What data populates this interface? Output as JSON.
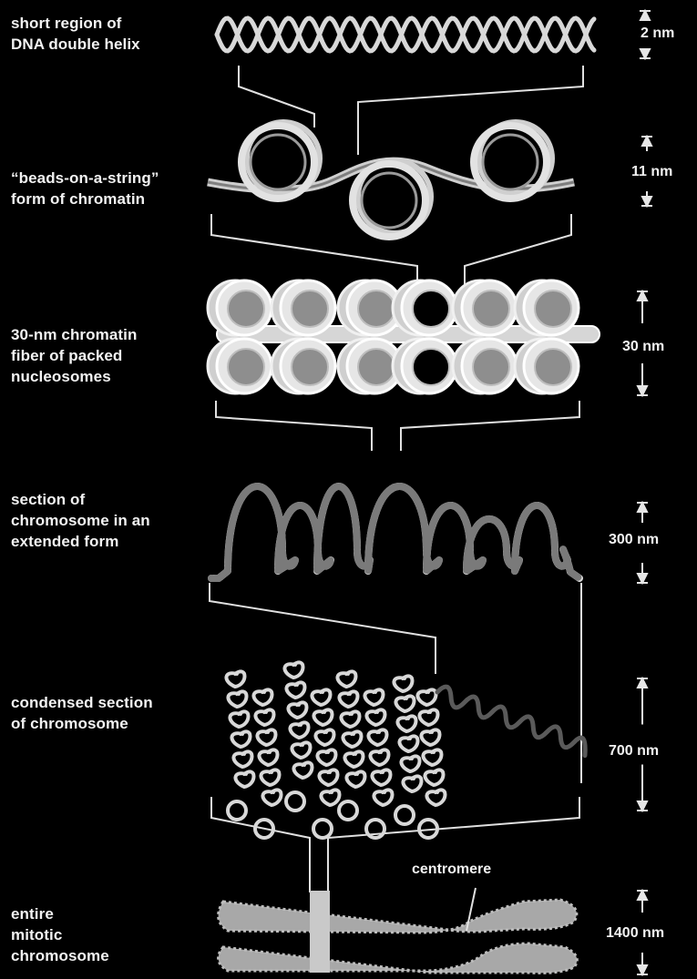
{
  "levels": [
    {
      "id": "dna",
      "label_lines": [
        "short region of",
        "DNA double helix"
      ],
      "scale": "2 nm"
    },
    {
      "id": "beads",
      "label_lines": [
        "“beads-on-a-string”",
        "form of chromatin"
      ],
      "scale": "11 nm"
    },
    {
      "id": "fiber",
      "label_lines": [
        "30-nm chromatin",
        "fiber of packed",
        "nucleosomes"
      ],
      "scale": "30 nm"
    },
    {
      "id": "extended",
      "label_lines": [
        "section of",
        "chromosome in an",
        "extended form"
      ],
      "scale": "300 nm"
    },
    {
      "id": "condensed",
      "label_lines": [
        "condensed section",
        "of chromosome"
      ],
      "scale": "700 nm"
    },
    {
      "id": "mitotic",
      "label_lines": [
        "entire",
        "mitotic",
        "chromosome"
      ],
      "scale": "1400 nm"
    }
  ],
  "annotations": {
    "centromere": "centromere"
  },
  "colors": {
    "background": "#000000",
    "strand": "#d8d8d8",
    "histone": "#9a9a9a",
    "chromosome": "#a8a8a8"
  }
}
